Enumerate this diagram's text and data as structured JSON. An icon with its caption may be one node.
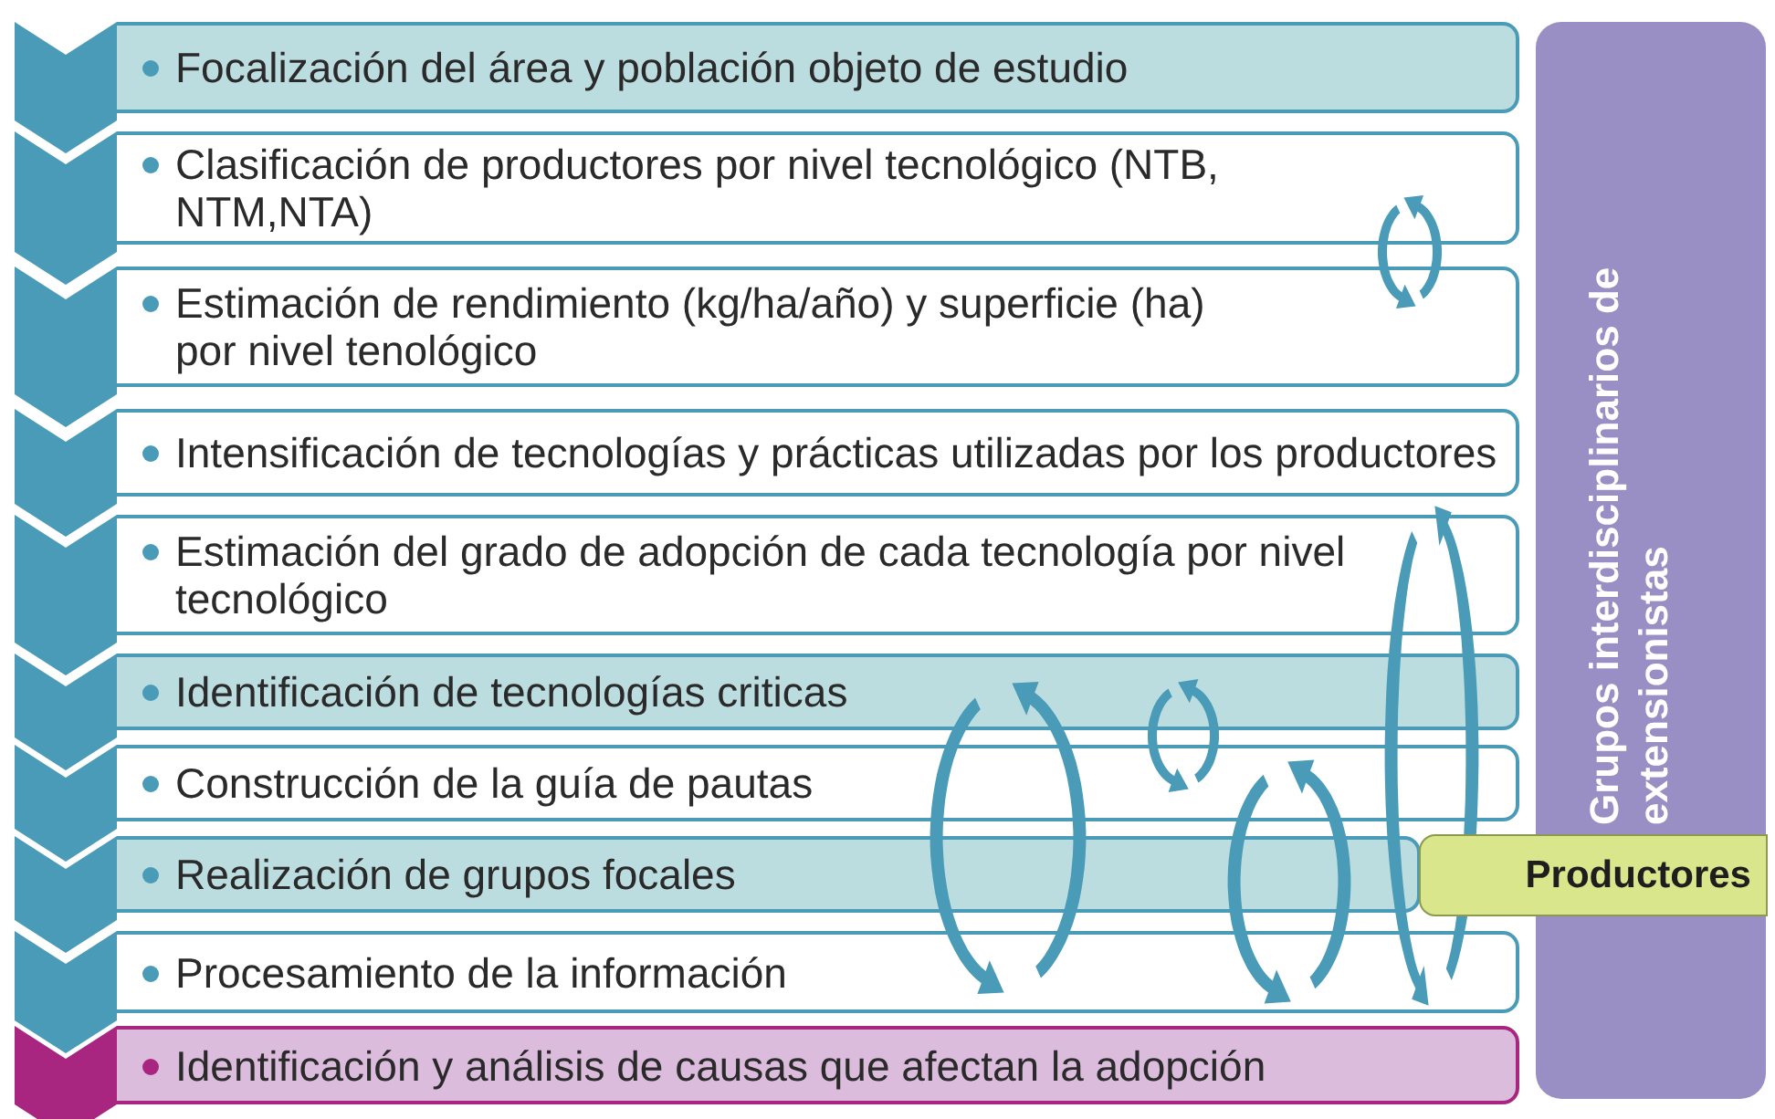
{
  "diagram": {
    "nodes": [
      {
        "text": [
          "Focalización del área y población objeto de estudio"
        ]
      },
      {
        "text": [
          "Clasificación de productores por nivel tecnológico (NTB, NTM,NTA)"
        ]
      },
      {
        "text": [
          "Estimación de rendimiento (kg/ha/año) y superficie (ha) por nivel tenológico"
        ]
      },
      {
        "text": [
          "Intensificación de tecnologías y prácticas utilizadas por los productores"
        ]
      },
      {
        "text": [
          "Estimación del grado de adopción de cada tecnología por nivel tecnológico"
        ]
      },
      {
        "text": [
          "Identificación de tecnologías criticas"
        ]
      },
      {
        "text": [
          "Construcción de la guía de pautas"
        ]
      },
      {
        "text": [
          "Realización de grupos focales"
        ]
      },
      {
        "text": [
          "Procesamiento de la información"
        ]
      },
      {
        "text": [
          "Identificación y análisis de causas que afectan la adopción"
        ]
      },
      {
        "text": [
          "Grupos interdisciplinarios de extensionistas"
        ]
      },
      {
        "text": [
          "Productores"
        ]
      }
    ]
  }
}
